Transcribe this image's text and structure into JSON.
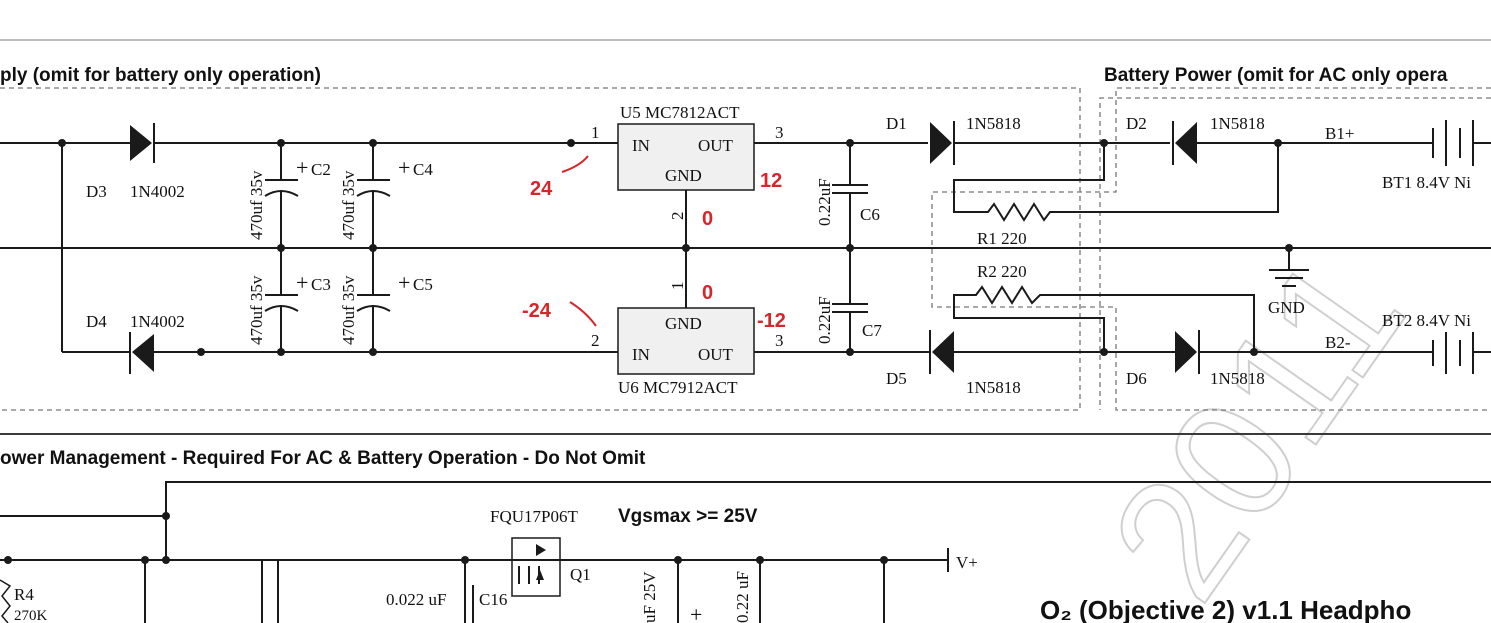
{
  "sections": {
    "ac_supply_title": "ply (omit for battery only operation)",
    "battery_title": "Battery Power (omit for AC only opera",
    "power_mgmt_title": "ower Management - Required For AC & Battery Operation - Do Not Omit"
  },
  "regulators": {
    "u5": {
      "label": "U5 MC7812ACT",
      "in": "IN",
      "out": "OUT",
      "gnd": "GND",
      "pin_in": "1",
      "pin_out": "3",
      "pin_gnd": "2"
    },
    "u6": {
      "label": "U6 MC7912ACT",
      "in": "IN",
      "out": "OUT",
      "gnd": "GND",
      "pin_in": "2",
      "pin_out": "3",
      "pin_gnd": "1"
    }
  },
  "components": {
    "d1": "D1",
    "d1_part": "1N5818",
    "d2": "D2",
    "d2_part": "1N5818",
    "d3": "D3",
    "d3_part": "1N4002",
    "d4": "D4",
    "d4_part": "1N4002",
    "d5": "D5",
    "d5_part": "1N5818",
    "d6": "D6",
    "d6_part": "1N5818",
    "c2": "C2",
    "c3": "C3",
    "c4": "C4",
    "c5": "C5",
    "c6": "C6",
    "c7": "C7",
    "cap_470": "470uf 35v",
    "cap_022": "0.22uF",
    "r1": "R1  220",
    "r2": "R2  220",
    "b1": "B1+",
    "b2": "B2-",
    "bt1": "BT1  8.4V Ni",
    "bt2": "BT2  8.4V Ni",
    "gnd": "GND",
    "plus": "+"
  },
  "annotations": {
    "in_pos": "24",
    "out_pos": "12",
    "gnd_pos": "0",
    "gnd_neg": "0",
    "in_neg": "-24",
    "out_neg": "-12"
  },
  "power_mgmt": {
    "q1_part": "FQU17P06T",
    "vgs_note": "Vgsmax >= 25V",
    "q1": "Q1",
    "c16_value": "0.022 uF",
    "c16": "C16",
    "r4": "R4",
    "r4_value": "270K",
    "vplus": "V+",
    "cap_25v": "uF 25V",
    "cap_022u": "0.22 uF",
    "plus": "+"
  },
  "title_block": {
    "title": "O₂ (Objective 2) v1.1 Headpho"
  },
  "watermark": "2011"
}
